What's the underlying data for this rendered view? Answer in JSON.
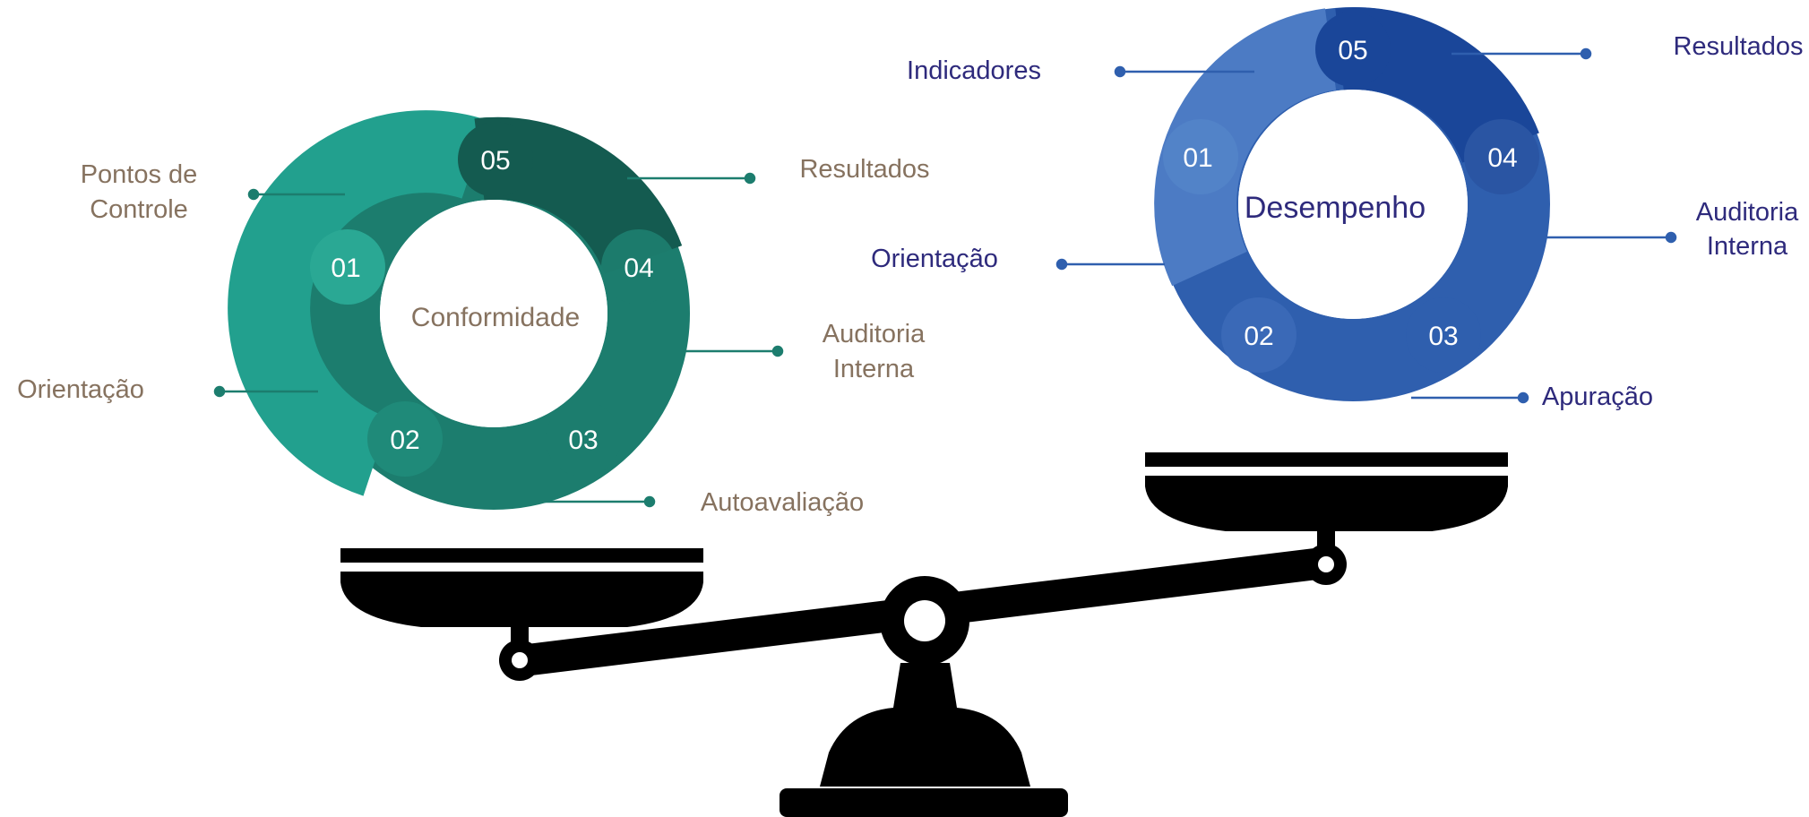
{
  "colors": {
    "teal_light": "#22a08e",
    "teal_mid": "#1c7d6e",
    "teal_dark": "#145b50",
    "teal_text": "#86725f",
    "blue_light": "#4c7bc4",
    "blue_mid": "#2f5fae",
    "blue_dark": "#1a4699",
    "blue_text": "#2e2a7c",
    "scale": "#000000"
  },
  "left_cycle": {
    "center_label": "Conformidade",
    "segments": [
      {
        "num": "01",
        "label": "Pontos de Controle"
      },
      {
        "num": "02",
        "label": "Orientação"
      },
      {
        "num": "03",
        "label": "Autoavaliação"
      },
      {
        "num": "04",
        "label": "Auditoria Interna"
      },
      {
        "num": "05",
        "label": "Resultados"
      }
    ],
    "labels": {
      "l01a": "Pontos de",
      "l01b": "Controle",
      "l02": "Orientação",
      "l03": "Autoavaliação",
      "l04a": "Auditoria",
      "l04b": "Interna",
      "l05": "Resultados"
    }
  },
  "right_cycle": {
    "center_label": "Desempenho",
    "segments": [
      {
        "num": "01",
        "label": "Indicadores"
      },
      {
        "num": "02",
        "label": "Orientação"
      },
      {
        "num": "03",
        "label": "Apuração"
      },
      {
        "num": "04",
        "label": "Auditoria Interna"
      },
      {
        "num": "05",
        "label": "Resultados"
      }
    ],
    "labels": {
      "l01": "Indicadores",
      "l02": "Orientação",
      "l03": "Apuração",
      "l04a": "Auditoria",
      "l04b": "Interna",
      "l05": "Resultados"
    }
  },
  "scale_icon": "balance-scale-icon"
}
